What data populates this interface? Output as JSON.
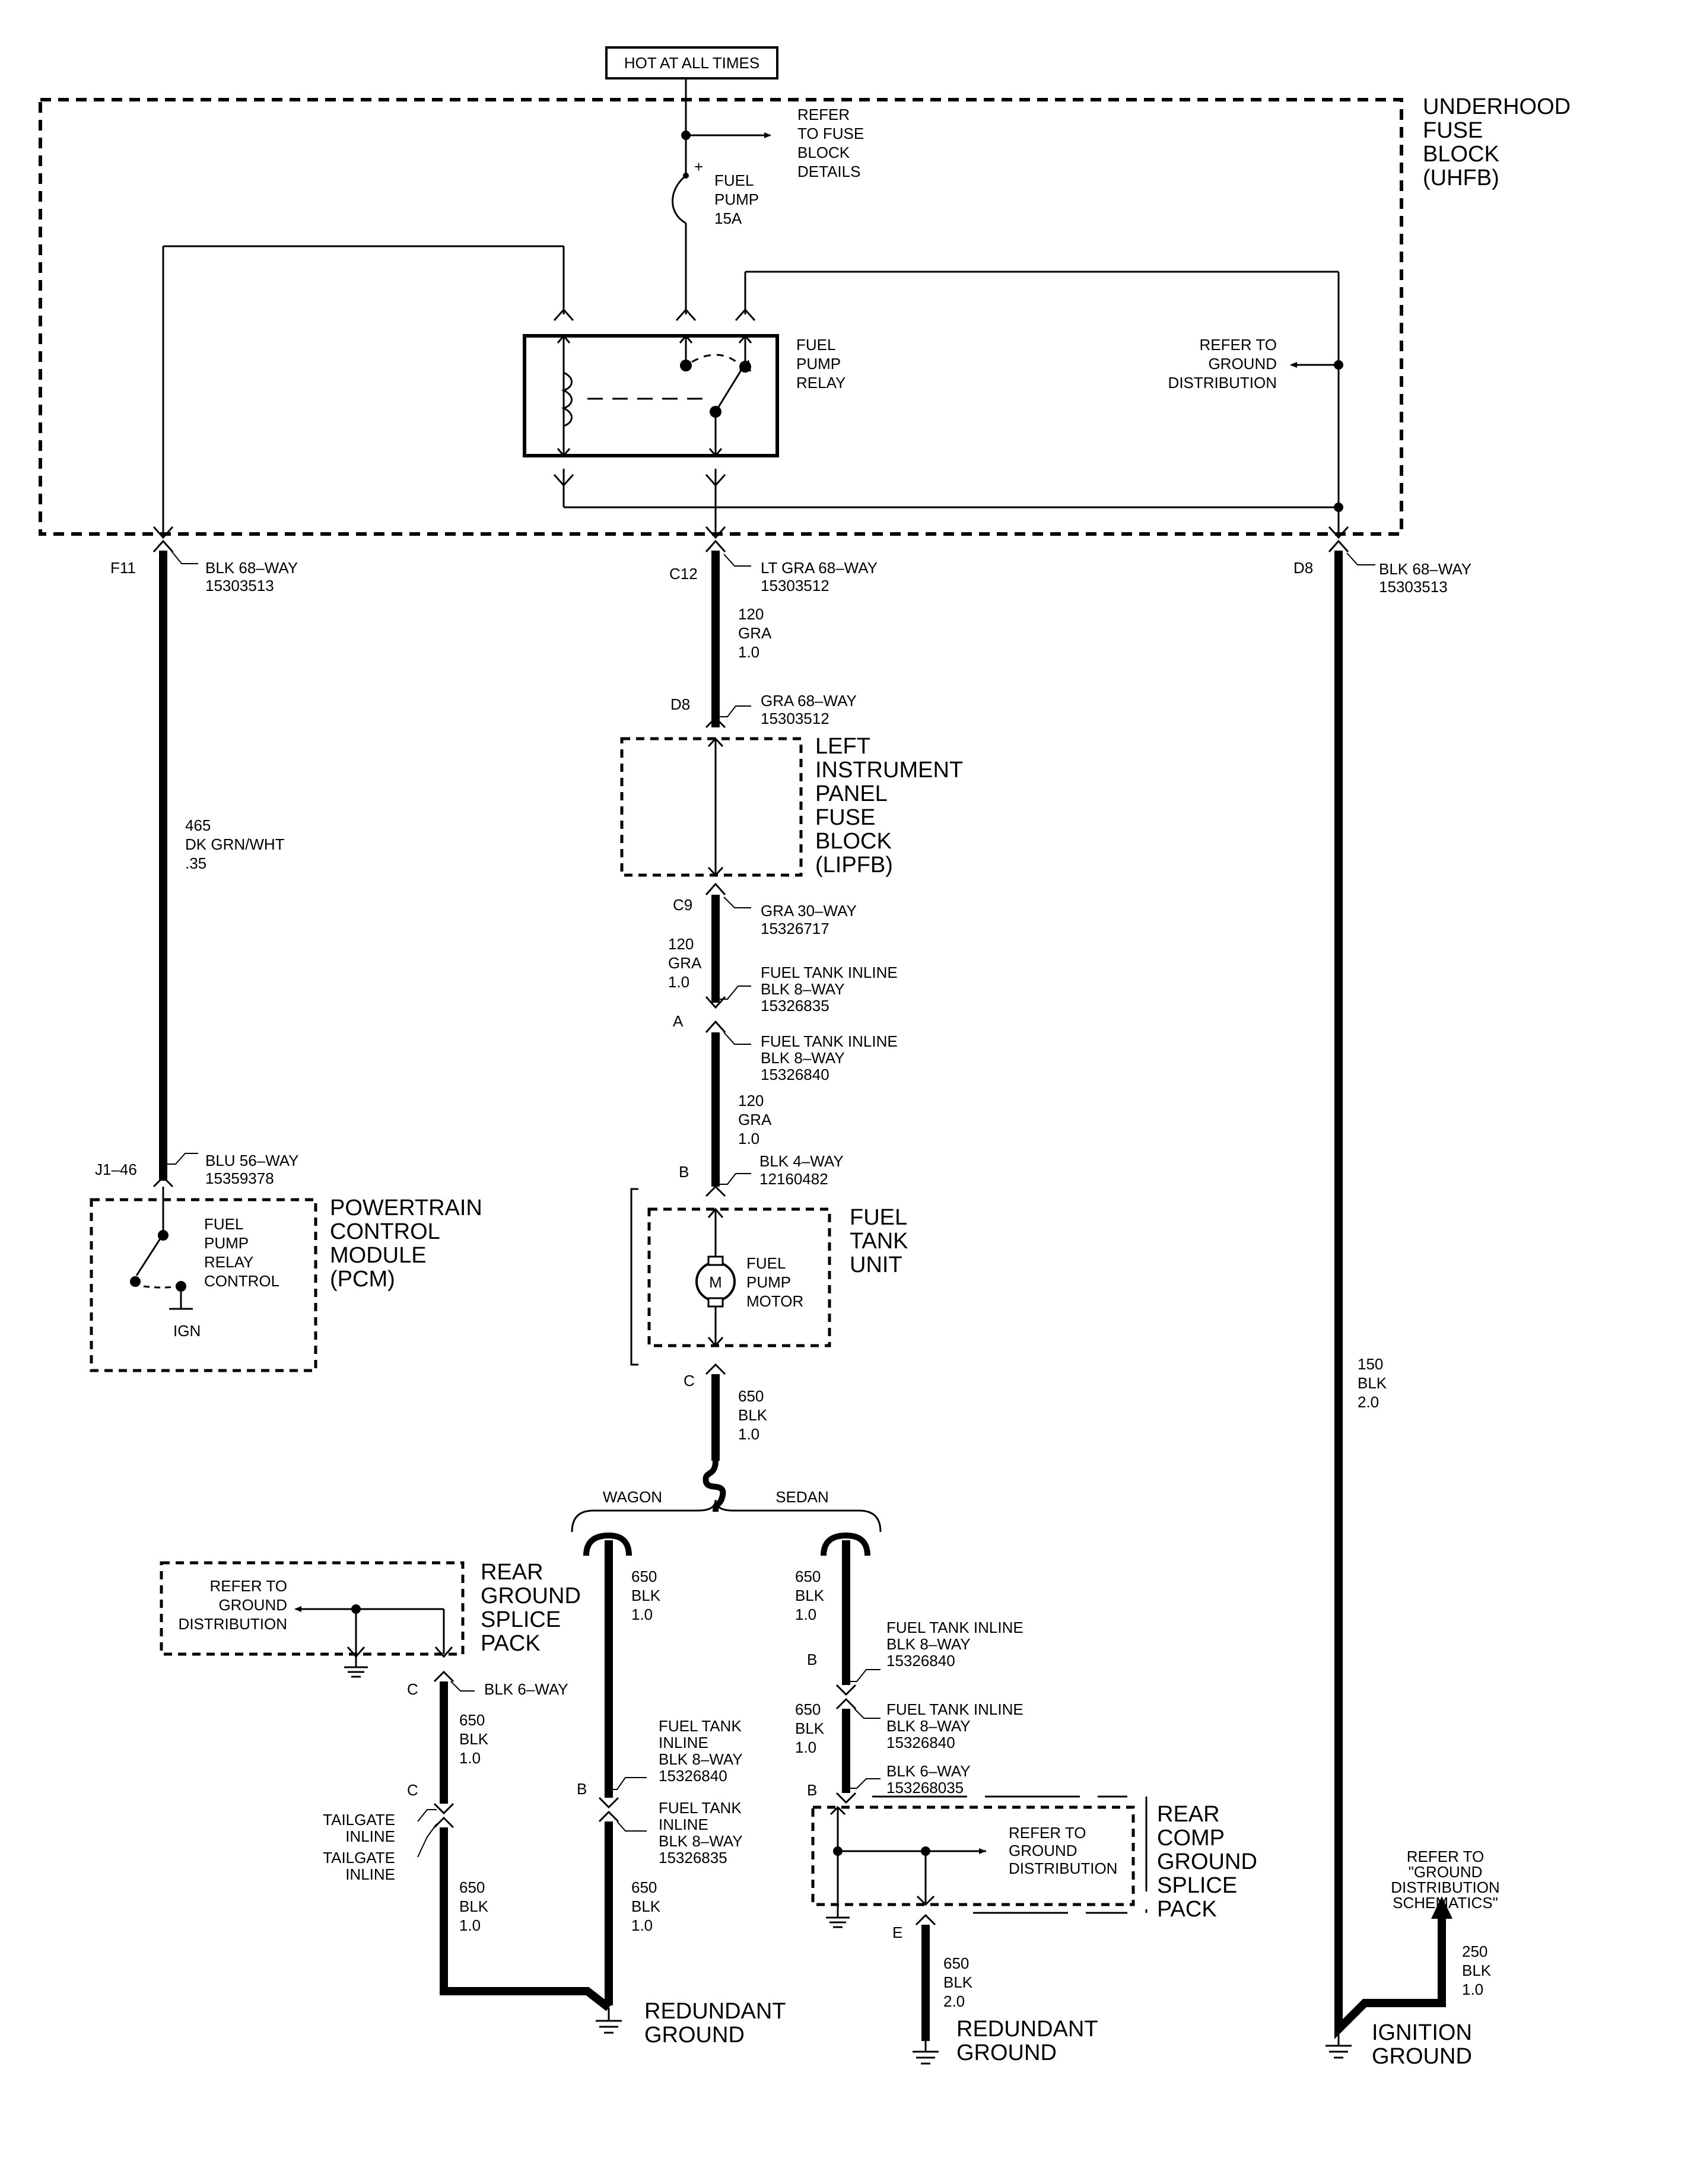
{
  "top_box": "HOT AT ALL TIMES",
  "uhfb": {
    "label": [
      "UNDERHOOD",
      "FUSE",
      "BLOCK",
      "(UHFB)"
    ],
    "refer_fuse": [
      "REFER",
      "TO FUSE",
      "BLOCK",
      "DETAILS"
    ],
    "fuse": [
      "FUEL",
      "PUMP",
      "15A"
    ],
    "relay": [
      "FUEL",
      "PUMP",
      "RELAY"
    ],
    "refer_ground": [
      "REFER TO",
      "GROUND",
      "DISTRIBUTION"
    ]
  },
  "left": {
    "pin_top": "F11",
    "conn_top": [
      "BLK 68–WAY",
      "15303513"
    ],
    "wire": [
      "465",
      "DK GRN/WHT",
      ".35"
    ],
    "pin_bottom": "J1–46",
    "conn_bottom": [
      "BLU 56–WAY",
      "15359378"
    ],
    "pcm_label": [
      "POWERTRAIN",
      "CONTROL",
      "MODULE",
      "(PCM)"
    ],
    "pcm_inner": [
      "FUEL",
      "PUMP",
      "RELAY",
      "CONTROL"
    ],
    "ign": "IGN"
  },
  "center": {
    "c12": "C12",
    "c12_conn": [
      "LT GRA 68–WAY",
      "15303512"
    ],
    "wire1": [
      "120",
      "GRA",
      "1.0"
    ],
    "d8": "D8",
    "d8_conn": [
      "GRA 68–WAY",
      "15303512"
    ],
    "lipfb": [
      "LEFT",
      "INSTRUMENT",
      "PANEL",
      "FUSE",
      "BLOCK",
      "(LIPFB)"
    ],
    "c9": "C9",
    "c9_conn": [
      "GRA 30–WAY",
      "15326717"
    ],
    "wire2": [
      "120",
      "GRA",
      "1.0"
    ],
    "inline1": [
      "FUEL TANK INLINE",
      "BLK 8–WAY",
      "15326835"
    ],
    "pin_a": "A",
    "inline2": [
      "FUEL TANK INLINE",
      "BLK 8–WAY",
      "15326840"
    ],
    "wire3": [
      "120",
      "GRA",
      "1.0"
    ],
    "pin_b": "B",
    "b_conn": [
      "BLK 4–WAY",
      "12160482"
    ],
    "ftu_label": [
      "FUEL",
      "TANK",
      "UNIT"
    ],
    "motor_letter": "M",
    "motor_label": [
      "FUEL",
      "PUMP",
      "MOTOR"
    ],
    "pin_c": "C",
    "wire4": [
      "650",
      "BLK",
      "1.0"
    ],
    "wagon": "WAGON",
    "sedan": "SEDAN"
  },
  "wagon_branch": {
    "wire_a": [
      "650",
      "BLK",
      "1.0"
    ],
    "rgsp_refer": [
      "REFER TO",
      "GROUND",
      "DISTRIBUTION"
    ],
    "rgsp_label": [
      "REAR",
      "GROUND",
      "SPLICE",
      "PACK"
    ],
    "c_top": "C",
    "c_top_conn": "BLK 6–WAY",
    "wire_b": [
      "650",
      "BLK",
      "1.0"
    ],
    "c_bot": "C",
    "tailgate1": [
      "TAILGATE",
      "INLINE"
    ],
    "tailgate2": [
      "TAILGATE",
      "INLINE"
    ],
    "wire_c": [
      "650",
      "BLK",
      "1.0"
    ],
    "b_pin": "B",
    "inline_a": [
      "FUEL TANK",
      "INLINE",
      "BLK 8–WAY",
      "15326840"
    ],
    "inline_b": [
      "FUEL TANK",
      "INLINE",
      "BLK 8–WAY",
      "15326835"
    ],
    "wire_d": [
      "650",
      "BLK",
      "1.0"
    ],
    "ground": [
      "REDUNDANT",
      "GROUND"
    ]
  },
  "sedan_branch": {
    "wire_a": [
      "650",
      "BLK",
      "1.0"
    ],
    "b1": "B",
    "inline_a": [
      "FUEL TANK INLINE",
      "BLK 8–WAY",
      "15326840"
    ],
    "wire_b": [
      "650",
      "BLK",
      "1.0"
    ],
    "inline_b": [
      "FUEL TANK INLINE",
      "BLK 8–WAY",
      "15326840"
    ],
    "b2": "B",
    "b2_conn": [
      "BLK 6–WAY",
      "153268035"
    ],
    "refer": [
      "REFER TO",
      "GROUND",
      "DISTRIBUTION"
    ],
    "rcgsp_label": [
      "REAR",
      "COMP",
      "GROUND",
      "SPLICE",
      "PACK"
    ],
    "e": "E",
    "wire_c": [
      "650",
      "BLK",
      "2.0"
    ],
    "ground": [
      "REDUNDANT",
      "GROUND"
    ]
  },
  "right": {
    "d8": "D8",
    "d8_conn": [
      "BLK 68–WAY",
      "15303513"
    ],
    "wire": [
      "150",
      "BLK",
      "2.0"
    ],
    "refer": [
      "REFER TO",
      "\"GROUND",
      "DISTRIBUTION",
      "SCHEMATICS\""
    ],
    "wire2": [
      "250",
      "BLK",
      "1.0"
    ],
    "ground": [
      "IGNITION",
      "GROUND"
    ]
  }
}
